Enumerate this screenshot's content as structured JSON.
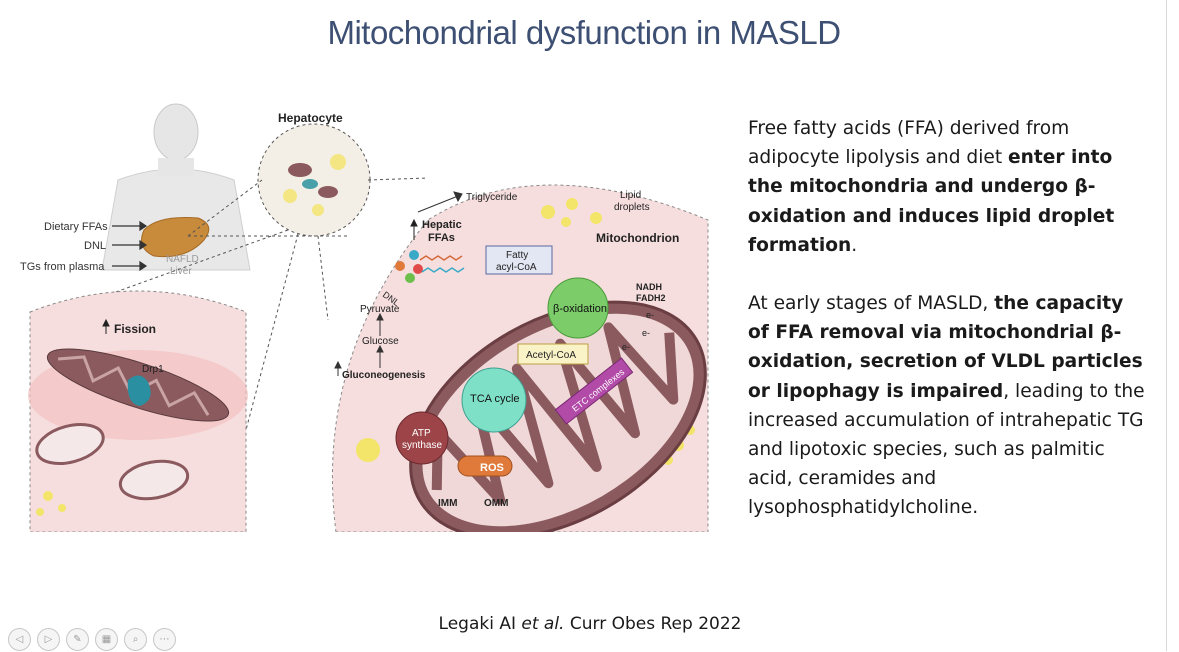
{
  "slide": {
    "title": "Mitochondrial dysfunction in MASLD",
    "figure": {
      "hepatocyte_label": "Hepatocyte",
      "body_inputs": [
        "Dietary FFAs",
        "DNL",
        "TGs from plasma"
      ],
      "liver_label_1": "NAFLD",
      "liver_label_2": "Liver",
      "fission_label": "Fission",
      "drp1_label": "Drp1",
      "triglyceride_label": "Triglyceride",
      "lipid_droplets_1": "Lipid",
      "lipid_droplets_2": "droplets",
      "hepatic_ffas_1": "Hepatic",
      "hepatic_ffas_2": "FFAs",
      "mitochondrion_label": "Mitochondrion",
      "fatty_acyl_1": "Fatty",
      "fatty_acyl_2": "acyl-CoA",
      "dnl_label": "DNL",
      "pyruvate_label": "Pyruvate",
      "glucose_label": "Glucose",
      "gluconeogenesis_label": "Gluconeogenesis",
      "beta_oxidation_label": "β-oxidation",
      "nadh_label": "NADH",
      "fadh2_label": "FADH2",
      "electron_label": "e-",
      "acetyl_coa_label": "Acetyl-CoA",
      "tca_cycle_label": "TCA cycle",
      "etc_label": "ETC complexes",
      "atp_synthase_1": "ATP",
      "atp_synthase_2": "synthase",
      "ros_label": "ROS",
      "imm_label": "IMM",
      "omm_label": "OMM"
    },
    "paragraph1": {
      "part1": "Free fatty acids (FFA) derived from adipocyte lipolysis and diet ",
      "bold": "enter into the mitochondria and undergo β-oxidation and induces lipid droplet formation",
      "part2": "."
    },
    "paragraph2": {
      "part1": "At early stages of MASLD, ",
      "bold": "the capacity of FFA removal via mitochondrial β-oxidation, secretion of VLDL particles or lipophagy is impaired",
      "part2": ", leading to the increased accumulation of intrahepatic TG and lipotoxic species, such as palmitic acid, ceramides and lysophosphatidylcholine."
    },
    "citation": {
      "authors": "Legaki AI ",
      "etal": "et al.",
      "journal": " Curr Obes Rep 2022"
    }
  },
  "toolbar": {
    "icons": [
      "previous-icon",
      "next-icon",
      "pen-icon",
      "slides-icon",
      "zoom-icon",
      "more-icon"
    ],
    "glyphs": [
      "◁",
      "▷",
      "✎",
      "▦",
      "⌕",
      "⋯"
    ]
  },
  "colors": {
    "title": "#3d4f72",
    "mitochondrion_fill": "#8a5a5e",
    "beta_oxidation": "#7ccd6a",
    "tca_cycle": "#7fe0c8",
    "etc": "#b24aa8",
    "ros": "#e07a3b",
    "atp_synthase": "#9c4448",
    "lipid_droplet": "#f3e46a",
    "pink_region": "#f7dede"
  }
}
